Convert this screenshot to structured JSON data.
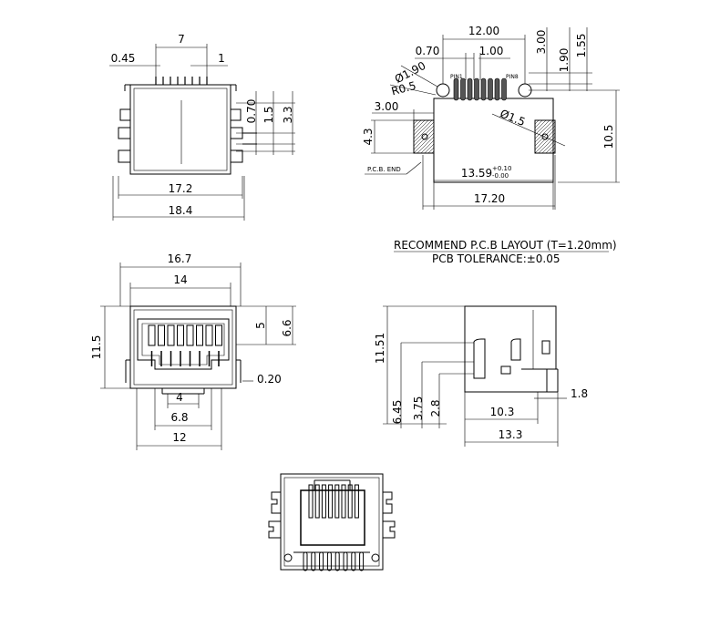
{
  "views": {
    "top": {
      "d_pitch_total": "7",
      "d_pin_width": "0.45",
      "d_pitch": "1",
      "d_body_width": "17.2",
      "d_overall_width": "18.4",
      "d_070": "0.70",
      "d_15": "1.5",
      "d_33": "3.3"
    },
    "pcb_layout": {
      "d_span": "12.00",
      "d_070": "0.70",
      "d_pitch": "1.00",
      "d_300_right": "3.00",
      "d_190": "1.90",
      "d_155": "1.55",
      "d_hole_large": "Ø1.90",
      "d_radius": "R0.5",
      "d_300_left": "3.00",
      "d_43": "4.3",
      "d_hole_small": "Ø1.5",
      "d_105": "10.5",
      "d_pad_span": "13.59",
      "tol_plus": "+0.10",
      "tol_minus": "-0.00",
      "d_total": "17.20",
      "pin1": "PIN1",
      "pin8": "PIN8",
      "pcb_end": "P.C.B. END"
    },
    "front": {
      "d_167": "16.7",
      "d_14": "14",
      "d_5": "5",
      "d_66": "6.6",
      "d_115": "11.5",
      "d_020": "0.20",
      "d_4": "4",
      "d_68": "6.8",
      "d_12": "12"
    },
    "side": {
      "d_1151": "11.51",
      "d_645": "6.45",
      "d_375": "3.75",
      "d_28": "2.8",
      "d_103": "10.3",
      "d_18": "1.8",
      "d_133": "13.3"
    }
  },
  "notes": {
    "title": "RECOMMEND P.C.B LAYOUT (T=1.20mm)",
    "tolerance": "PCB TOLERANCE:±0.05"
  },
  "pin_count": 8
}
